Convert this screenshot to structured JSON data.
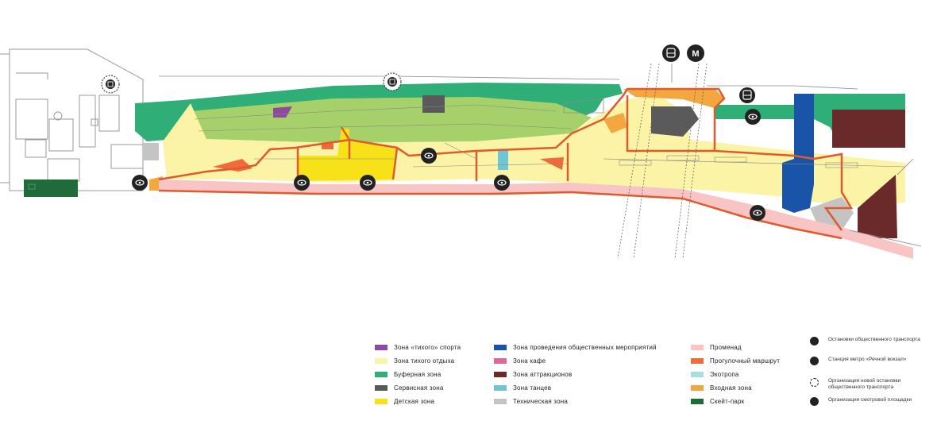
{
  "map_caption": "",
  "colors": {
    "quiet_sport": "#8e4a9e",
    "quiet_rest": "#fbf3a6",
    "buffer": "#2fae78",
    "service": "#5a5a5a",
    "children": "#f7e21a",
    "events": "#1a54a8",
    "cafe": "#e0679a",
    "attractions": "#6b2a2a",
    "dance": "#6cc6d6",
    "technical": "#c4c4c4",
    "promenade": "#f8c4c4",
    "walk_route": "#f06a3a",
    "ecotrail": "#a8dede",
    "entrance": "#f4a640",
    "skatepark": "#1f6b3a",
    "grass": "#a6d16a",
    "route_outline": "#e05a2a"
  },
  "legend": {
    "col1": [
      {
        "label": "Зона «тихого» спорта",
        "color_key": "quiet_sport"
      },
      {
        "label": "Зона тихого отдыха",
        "color_key": "quiet_rest"
      },
      {
        "label": "Буферная зона",
        "color_key": "buffer"
      },
      {
        "label": "Сервисная зона",
        "color_key": "service"
      },
      {
        "label": "Детская зона",
        "color_key": "children"
      }
    ],
    "col2": [
      {
        "label": "Зона проведения общественных мероприятий",
        "color_key": "events"
      },
      {
        "label": "Зона кафе",
        "color_key": "cafe"
      },
      {
        "label": "Зона аттракционов",
        "color_key": "attractions"
      },
      {
        "label": "Зона танцев",
        "color_key": "dance"
      },
      {
        "label": "Техническая зона",
        "color_key": "technical"
      }
    ],
    "col3": [
      {
        "label": "Променад",
        "color_key": "promenade"
      },
      {
        "label": "Прогулочный маршрут",
        "color_key": "walk_route"
      },
      {
        "label": "Экотропа",
        "color_key": "ecotrail"
      },
      {
        "label": "Входная зона",
        "color_key": "entrance"
      },
      {
        "label": "Скейт-парк",
        "color_key": "skatepark"
      }
    ],
    "icons": [
      {
        "label": "Остановки общественного транспорта",
        "icon": "bus-stop-icon"
      },
      {
        "label": "Станция метро «Речной вокзал»",
        "icon": "metro-icon"
      },
      {
        "label": "Организация новой остановки общественного транспорта",
        "icon": "new-stop-icon"
      },
      {
        "label": "Организация смотровой площадки",
        "icon": "viewpoint-icon"
      }
    ]
  },
  "map_markers": {
    "metro_letter": "M"
  }
}
